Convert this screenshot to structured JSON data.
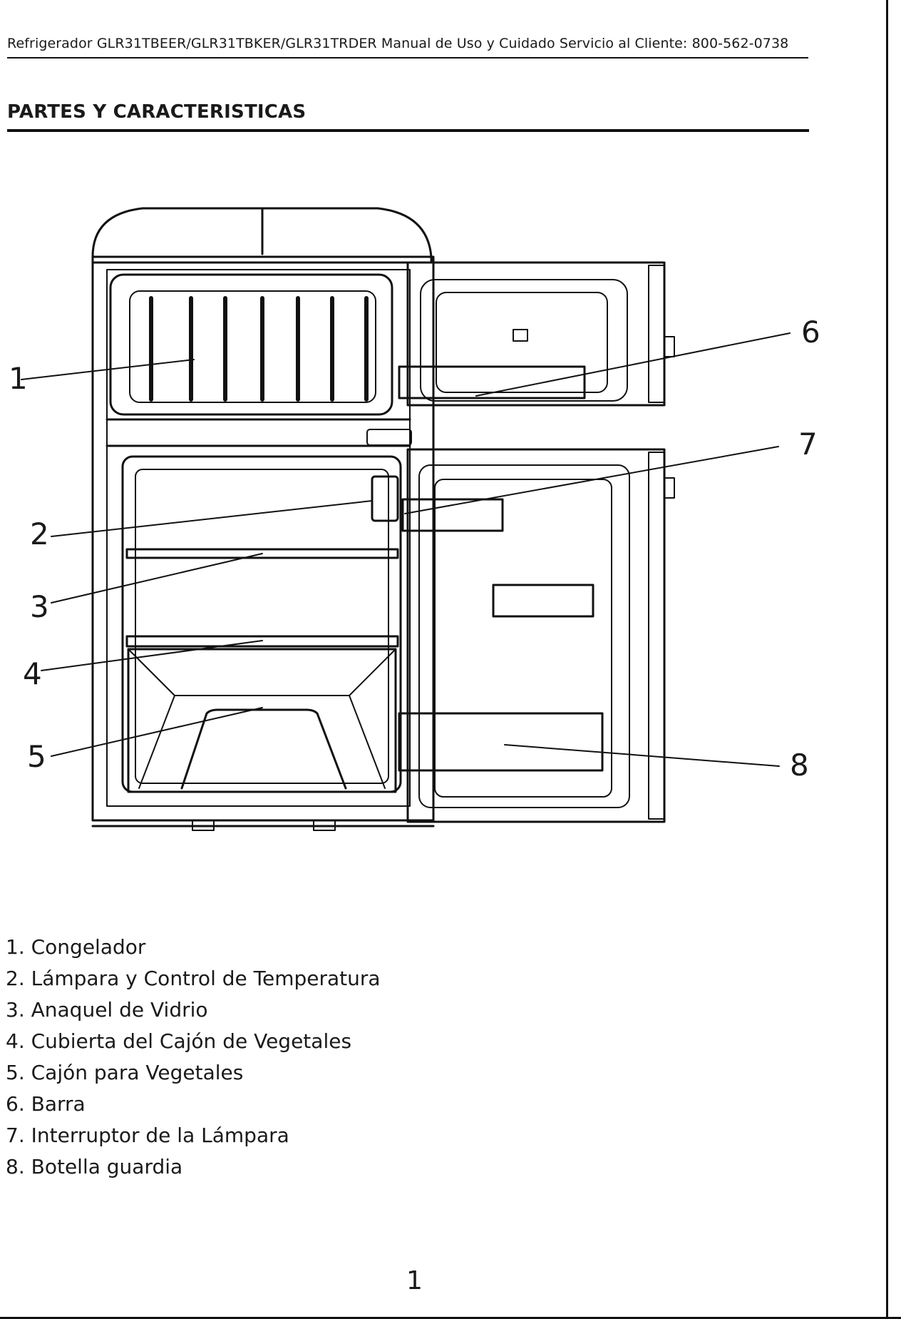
{
  "header": {
    "text": "Refrigerador GLR31TBEER/GLR31TBKER/GLR31TRDER  Manual de Uso y Cuidado Servicio al Cliente: 800-562-0738"
  },
  "section_title": "PARTES Y CARACTERISTICAS",
  "diagram": {
    "callouts": [
      "1",
      "2",
      "3",
      "4",
      "5",
      "6",
      "7",
      "8"
    ]
  },
  "parts": [
    {
      "num": "1.",
      "label": "Congelador"
    },
    {
      "num": "2.",
      "label": "Lámpara y Control de Temperatura"
    },
    {
      "num": "3.",
      "label": "Anaquel de Vidrio"
    },
    {
      "num": "4.",
      "label": "Cubierta del Cajón de Vegetales"
    },
    {
      "num": "5.",
      "label": "Cajón para Vegetales"
    },
    {
      "num": "6.",
      "label": "Barra"
    },
    {
      "num": "7.",
      "label": "Interruptor de la Lámpara"
    },
    {
      "num": "8.",
      "label": "Botella guardia"
    }
  ],
  "page_number": "1"
}
